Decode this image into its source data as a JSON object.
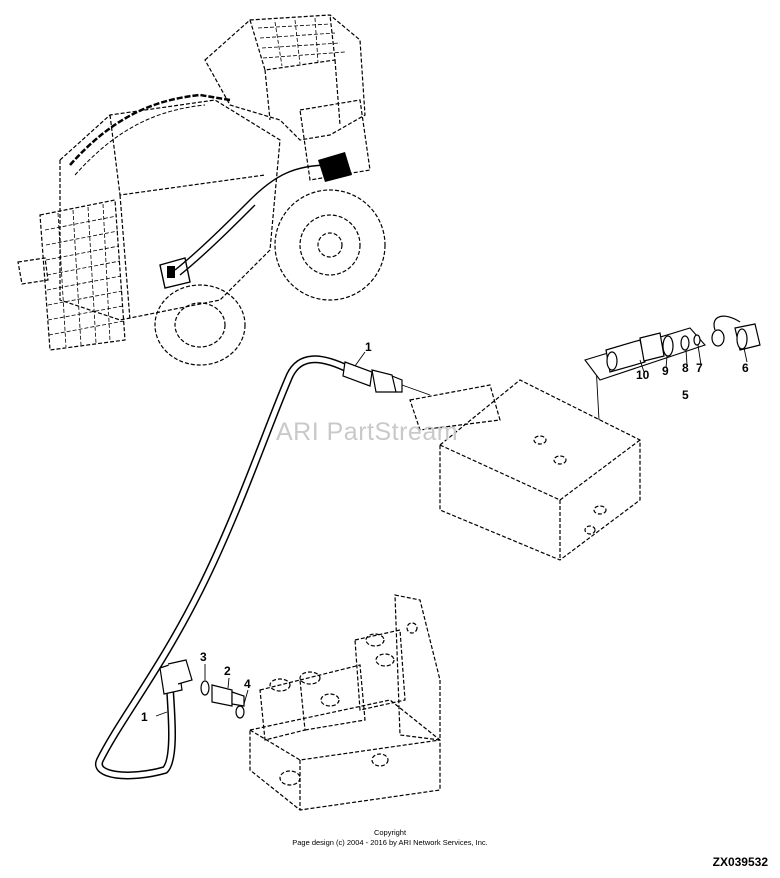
{
  "watermark": "ARI PartStream",
  "callouts": [
    "1",
    "1",
    "2",
    "3",
    "4",
    "5",
    "6",
    "7",
    "8",
    "9",
    "10"
  ],
  "copyright": {
    "line1": "Copyright",
    "line2": "Page design (c) 2004 - 2016 by ARI Network Services, Inc."
  },
  "figure_id": "ZX039532"
}
